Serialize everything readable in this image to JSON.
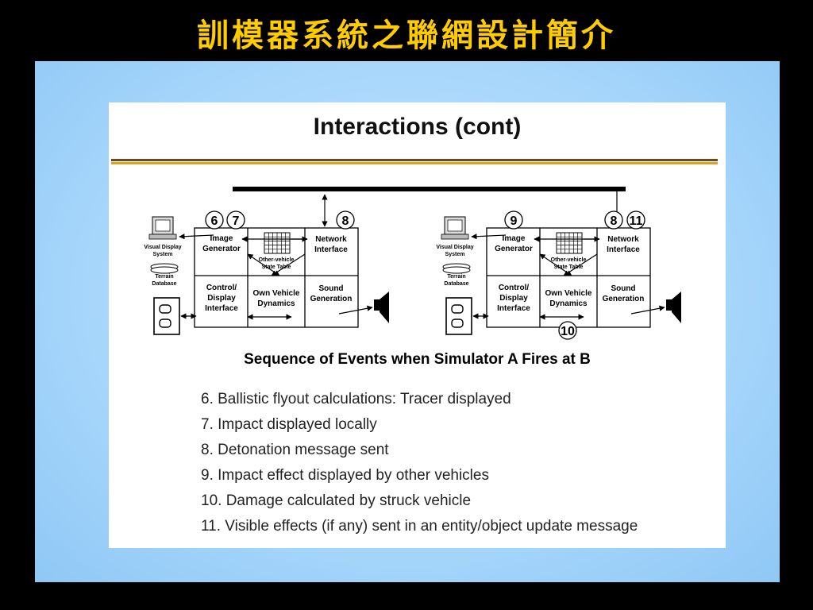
{
  "slide": {
    "title": "訓模器系統之聯網設計簡介"
  },
  "card": {
    "title": "Interactions (cont)",
    "subtitle": "Sequence of Events when Simulator A Fires at B"
  },
  "simulators": [
    {
      "badges": [
        "6",
        "7",
        "8"
      ],
      "labels": {
        "visual": [
          "Visual Display",
          "System"
        ],
        "terrain": [
          "Terrain",
          "Database"
        ],
        "image": [
          "Image",
          "Generator"
        ],
        "state": [
          "Other-vehicle",
          "State Table"
        ],
        "network": [
          "Network",
          "Interface"
        ],
        "control": [
          "Control/",
          "Display",
          "Interface"
        ],
        "dynamics": [
          "Own Vehicle",
          "Dynamics"
        ],
        "sound": [
          "Sound",
          "Generation"
        ]
      }
    },
    {
      "badges": [
        "9",
        "8",
        "11",
        "10"
      ],
      "labels": {
        "visual": [
          "Visual Display",
          "System"
        ],
        "terrain": [
          "Terrain",
          "Database"
        ],
        "image": [
          "Image",
          "Generator"
        ],
        "state": [
          "Other-vehicle",
          "State Table"
        ],
        "network": [
          "Network",
          "Interface"
        ],
        "control": [
          "Control/",
          "Display",
          "Interface"
        ],
        "dynamics": [
          "Own Vehicle",
          "Dynamics"
        ],
        "sound": [
          "Sound",
          "Generation"
        ]
      }
    }
  ],
  "events": [
    "6.  Ballistic flyout calculations:  Tracer displayed",
    "7.  Impact displayed locally",
    "8.  Detonation message sent",
    "9.  Impact effect displayed by other vehicles",
    "10.  Damage calculated by struck vehicle",
    "11.  Visible effects (if any) sent in an entity/object update message"
  ],
  "colors": {
    "title": "#ffcc00",
    "panel": "#a7d6fb",
    "rule_dark": "#6b4a1e",
    "rule_gold": "#e0a020"
  }
}
